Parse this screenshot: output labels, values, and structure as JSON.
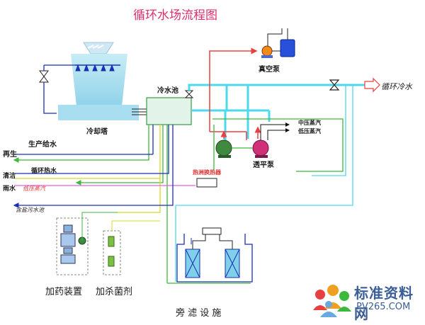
{
  "title": "循环水场流程图",
  "labels": {
    "cooling_tower": "冷却塔",
    "cold_pool": "冷水池",
    "vacuum_pump": "真空泵",
    "circulating_cold_water": "循环冷水",
    "mid_pressure_steam": "中压蒸汽",
    "low_pressure_steam_right": "低压蒸汽",
    "turbine_pump": "透平泵",
    "makeup_water": "生产给水",
    "recycle": "再生",
    "circulating_hot_water": "循环热水",
    "clean": "清洁",
    "rain_water": "雨水",
    "low_pressure_steam_left": "低压蒸汽",
    "salty_sewage": "含盐污水池",
    "heat_exchanger": "热洲换热器",
    "dosing_device": "加药装置",
    "biocide": "加杀菌剂",
    "side_filter": "旁 滤 设 施"
  },
  "watermark": {
    "cn": "标准资料网",
    "url": "PV265.COM"
  },
  "colors": {
    "cyan_pipe": "#4dd9ec",
    "red_pipe": "#e84040",
    "blue_pipe": "#1a2fb8",
    "green_pipe": "#3cb83c",
    "yellow_pipe": "#d8d820",
    "pink_pipe": "#e060e0",
    "tower": "#9fdcee",
    "pump_green": "#3f8a3f",
    "pump_pink": "#d0307a",
    "title": "#e0306a"
  }
}
